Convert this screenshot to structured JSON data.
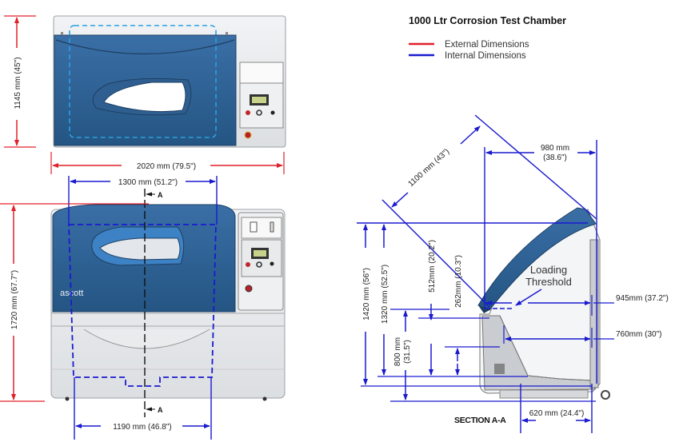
{
  "title": "1000 Ltr Corrosion Test Chamber",
  "legend": [
    {
      "label": "External Dimensions",
      "color": "#e0202a"
    },
    {
      "label": "Internal Dimensions",
      "color": "#1a1ad0"
    }
  ],
  "colors": {
    "external": "#e0202a",
    "internal": "#1a1ad0",
    "internal_light": "#2aa0e0",
    "lid_blue": "#2d5f92",
    "body_grey": "#e4e6e8"
  },
  "brand": "ascott",
  "section_marker": "A",
  "top_view": {
    "height_label": "1145 mm (45\")",
    "width_label": "2020 mm (79.5\")"
  },
  "front_view": {
    "internal_width_top_label": "1300 mm (51.2\")",
    "height_label": "1720 mm (67.7\")",
    "internal_width_bottom_label": "1190 mm (46.8\")"
  },
  "section_view": {
    "caption": "SECTION A-A",
    "lid_opening_label": "1100 mm (43\")",
    "top_depth_label_line1": "980 mm",
    "top_depth_label_line2": "(38.6\")",
    "loading_threshold_line1": "Loading",
    "loading_threshold_line2": "Threshold",
    "threshold_depth_label": "945mm (37.2\")",
    "mid_depth_label": "760mm (30\")",
    "bottom_depth_label": "620 mm (24.4\")",
    "overall_height_label": "1420 mm (56\")",
    "internal_height_label": "1320 mm (52.5\")",
    "threshold_height_label_line1": "800 mm",
    "threshold_height_label_line2": "(31.5\")",
    "dim_512_label": "512mm (20.2\")",
    "dim_262_label": "262mm (10.3\")"
  }
}
